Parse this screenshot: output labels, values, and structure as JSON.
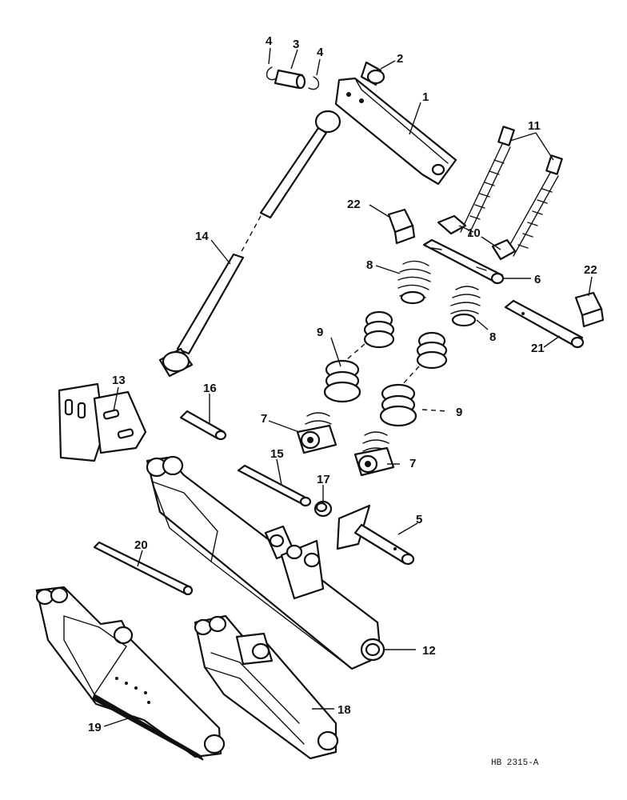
{
  "labels": {
    "l1": "1",
    "l2": "2",
    "l3": "3",
    "l4a": "4",
    "l4b": "4",
    "l5": "5",
    "l6": "6",
    "l7a": "7",
    "l7b": "7",
    "l8a": "8",
    "l8b": "8",
    "l9a": "9",
    "l9b": "9",
    "l10": "10",
    "l11": "11",
    "l12": "12",
    "l13": "13",
    "l14": "14",
    "l15": "15",
    "l16": "16",
    "l17": "17",
    "l18": "18",
    "l19": "19",
    "l20": "20",
    "l21": "21",
    "l22a": "22",
    "l22b": "22"
  },
  "figure_ref": "HB 2315-A"
}
